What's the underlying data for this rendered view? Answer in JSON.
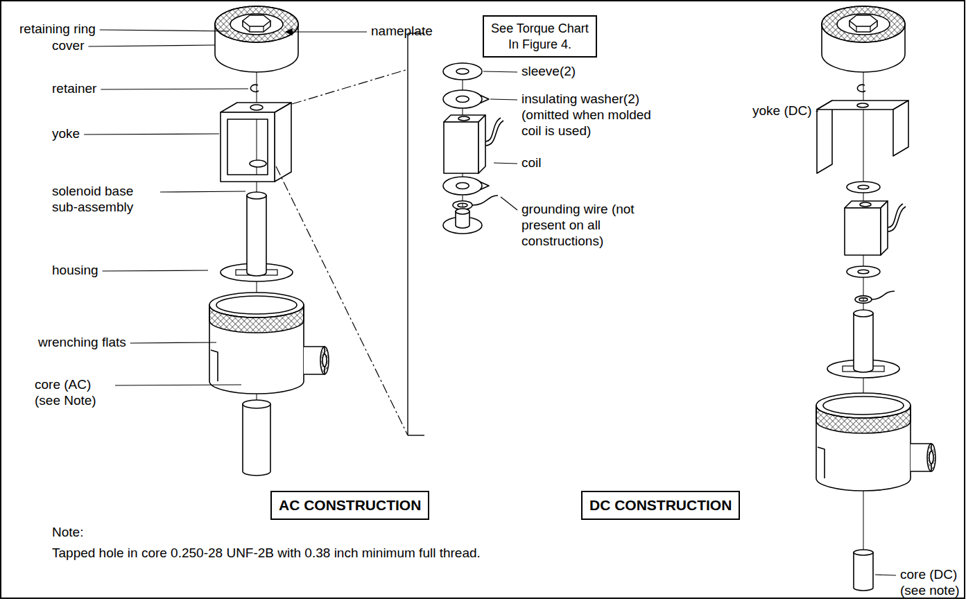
{
  "diagram": {
    "nodes": [
      {
        "text": [
          "See Torque Chart In Figure 4."
        ]
      },
      {
        "text": [
          "AC CONSTRUCTION"
        ]
      },
      {
        "text": [
          "DC CONSTRUCTION"
        ]
      }
    ],
    "labels": [
      "retaining ring",
      "nameplate",
      "cover",
      "retainer",
      "yoke",
      "solenoid base sub-assembly",
      "housing",
      "wrenching flats",
      "core (AC) (see Note)",
      "sleeve(2)",
      "insulating washer(2) (omitted when molded coil is used)",
      "coil",
      "grounding wire (not present on all constructions)",
      "yoke (DC)",
      "core (DC) (see note)",
      "Note:",
      "Tapped hole in core 0.250-28 UNF-2B with 0.38 inch minimum full thread."
    ]
  }
}
